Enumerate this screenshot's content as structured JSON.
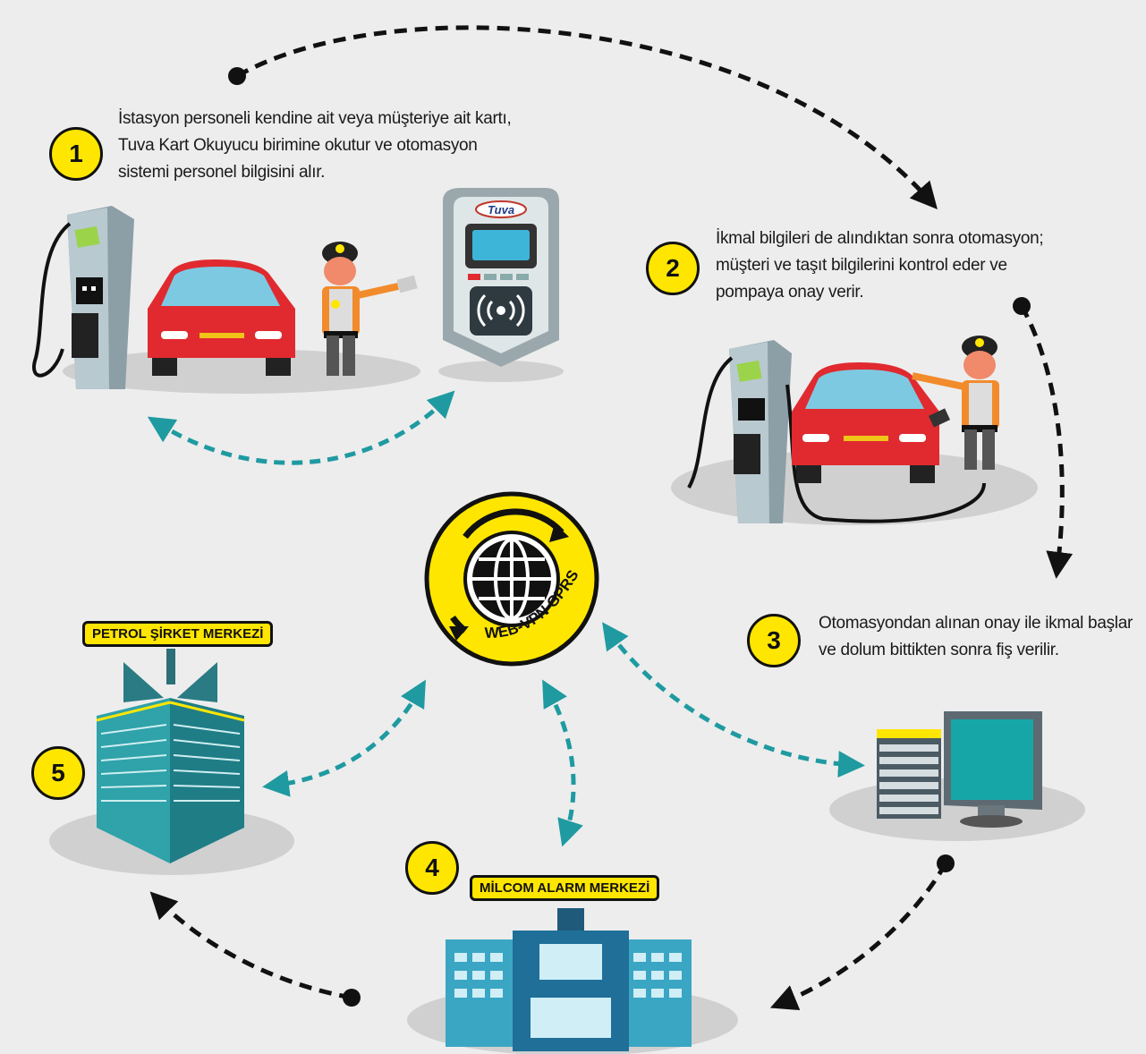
{
  "steps": [
    {
      "number": "1",
      "lines": [
        "İstasyon personeli kendine ait veya müşteriye ait kartı,",
        "Tuva Kart Okuyucu birimine okutur ve otomasyon",
        "sistemi personel  bilgisini alır."
      ]
    },
    {
      "number": "2",
      "lines": [
        "İkmal bilgileri de alındıktan sonra otomasyon;",
        "müşteri ve taşıt bilgilerini kontrol eder ve",
        "pompaya onay verir."
      ]
    },
    {
      "number": "3",
      "lines": [
        "Otomasyondan alınan onay ile ikmal başlar",
        "ve dolum bittikten sonra fiş verilir."
      ]
    },
    {
      "number": "4"
    },
    {
      "number": "5"
    }
  ],
  "signs": {
    "petrol": "PETROL ŞİRKET MERKEZİ",
    "milcom": "MİLCOM ALARM MERKEZİ"
  },
  "reader_logo": "Tuva",
  "hub_label": "WEB-VPN-GPRS",
  "colors": {
    "yellow": "#ffe600",
    "teal": "#1f9aa1",
    "navy": "#14324a",
    "red": "#e02a2f",
    "dark": "#111111"
  },
  "icons": [
    "fuel-pump-icon",
    "car-icon",
    "attendant-icon",
    "card-reader-icon",
    "globe-icon",
    "computer-icon",
    "server-icon",
    "building-icon"
  ]
}
